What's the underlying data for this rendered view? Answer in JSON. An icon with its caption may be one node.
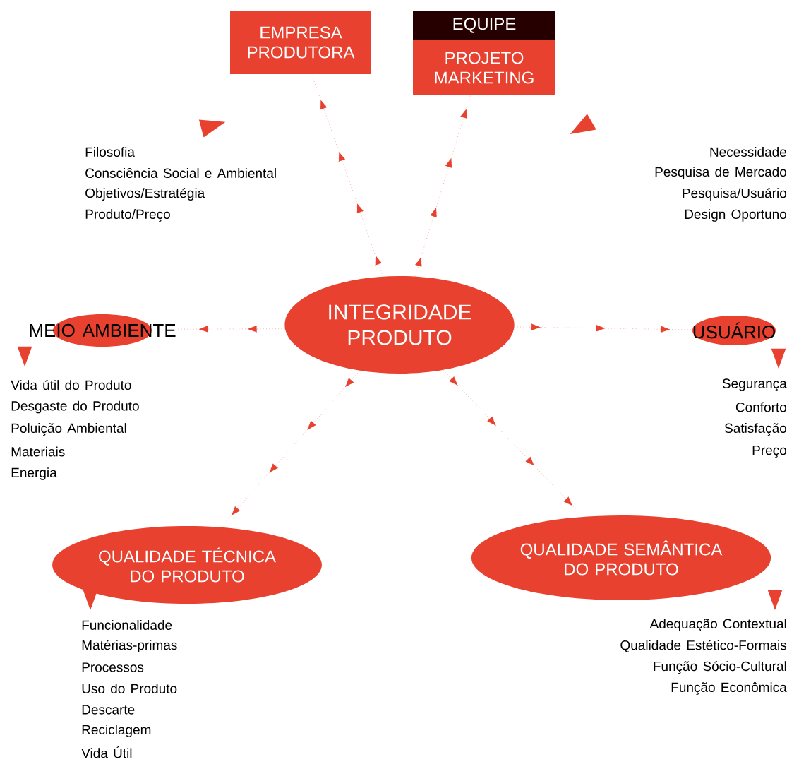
{
  "diagram": {
    "nodes": [
      {
        "text": [
          "EMPRESA PRODUTORA"
        ],
        "beside": [
          "Filosofia",
          "Consciência Social e Ambiental",
          "Objetivos/Estratégia",
          "Produto/Preço"
        ]
      },
      {
        "text": [
          "EQUIPE",
          "PROJETO MARKETING"
        ],
        "beside": [
          "Necessidade",
          "Pesquisa de Mercado",
          "Pesquisa/Usuário",
          "Design Oportuno"
        ]
      },
      {
        "text": [
          "INTEGRIDADE PRODUTO"
        ]
      },
      {
        "text": [
          "MEIO AMBIENTE"
        ],
        "beside": [
          "Vida útil do Produto",
          "Desgaste do Produto",
          "Poluição Ambiental",
          "Materiais",
          "Energia"
        ]
      },
      {
        "text": [
          "USUÁRIO"
        ],
        "beside": [
          "Segurança",
          "Conforto",
          "Satisfação",
          "Preço"
        ]
      },
      {
        "text": [
          "QUALIDADE TÉCNICA DO PRODUTO"
        ],
        "beside": [
          "Funcionalidade",
          "Matérias-primas",
          "Processos",
          "Uso do Produto",
          "Descarte",
          "Reciclagem",
          "Vida Útil"
        ]
      },
      {
        "text": [
          "QUALIDADE SEMÂNTICA DO PRODUTO"
        ],
        "beside": [
          "Adequação Contextual",
          "Qualidade Estético-Formais",
          "Função Sócio-Cultural",
          "Função Econômica"
        ]
      }
    ],
    "edges": [
      {
        "from": 2,
        "to": 0,
        "arrow": "to"
      },
      {
        "from": 2,
        "to": 1,
        "arrow": "to"
      },
      {
        "from": 2,
        "to": 3,
        "arrow": "to"
      },
      {
        "from": 2,
        "to": 4,
        "arrow": "to"
      },
      {
        "from": 2,
        "to": 5,
        "arrow": "to"
      },
      {
        "from": 2,
        "to": 6,
        "arrow": "to"
      }
    ]
  }
}
